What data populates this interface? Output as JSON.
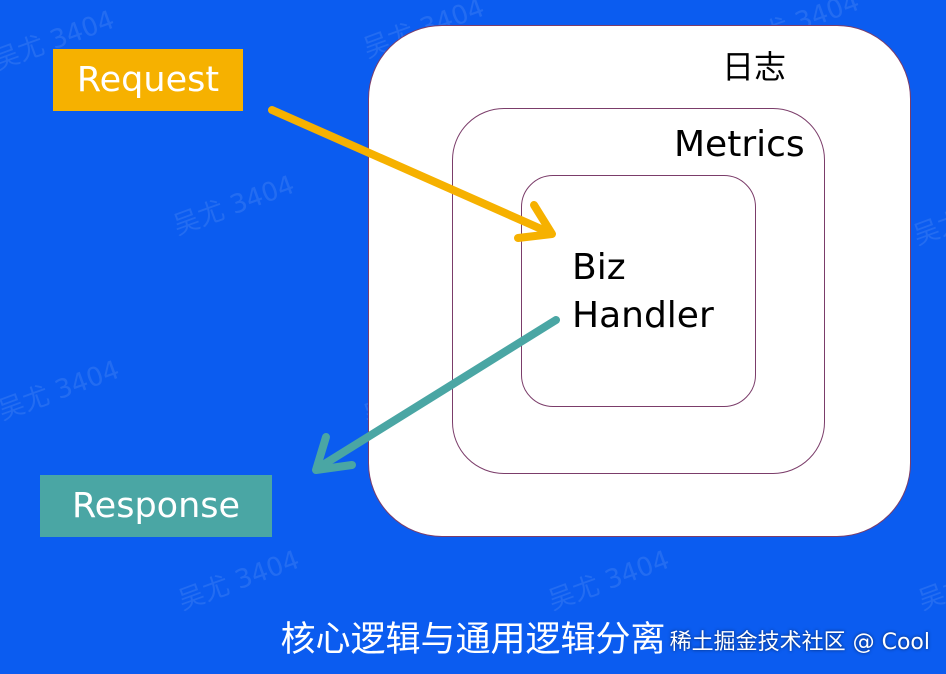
{
  "diagram": {
    "layers": {
      "outer": "日志",
      "middle": "Metrics",
      "inner_line1": "Biz",
      "inner_line2": "Handler"
    },
    "request_label": "Request",
    "response_label": "Response",
    "caption": "核心逻辑与通用逻辑分离",
    "watermark": "吴尤 3404",
    "credit": "稀土掘金技术社区 @ Cool",
    "colors": {
      "background": "#0b5cf0",
      "request": "#f6b100",
      "response": "#4aa6a4",
      "border": "#7b3d6a"
    }
  }
}
